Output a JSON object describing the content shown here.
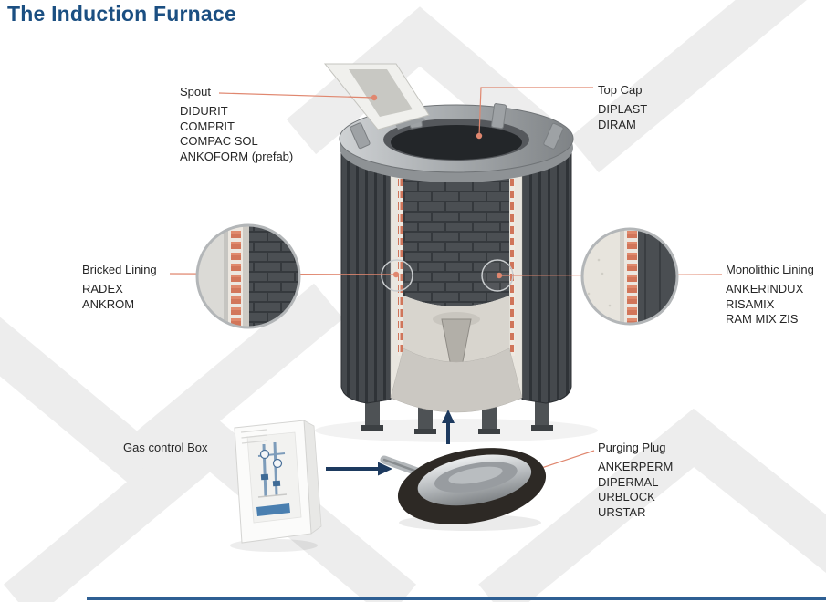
{
  "title": "The Induction Furnace",
  "callouts": {
    "spout": {
      "label": "Spout",
      "products": [
        "DIDURIT",
        "COMPRIT",
        "COMPAC SOL",
        "ANKOFORM (prefab)"
      ]
    },
    "top_cap": {
      "label": "Top Cap",
      "products": [
        "DIPLAST",
        "DIRAM"
      ]
    },
    "bricked_lining": {
      "label": "Bricked Lining",
      "products": [
        "RADEX",
        "ANKROM"
      ]
    },
    "monolithic_lining": {
      "label": "Monolithic Lining",
      "products": [
        "ANKERINDUX",
        "RISAMIX",
        "RAM MIX ZIS"
      ]
    },
    "gas_control_box": {
      "label": "Gas control Box",
      "products": []
    },
    "purging_plug": {
      "label": "Purging Plug",
      "products": [
        "ANKERPERM",
        "DIPERMAL",
        "URBLOCK",
        "URSTAR"
      ]
    }
  },
  "illustration": {
    "furnace": "induction-furnace-cutaway",
    "detail_left": "bricked-lining-cross-section",
    "detail_right": "monolithic-lining-cross-section",
    "gas_box": "gas-control-box",
    "plug": "purging-plug"
  },
  "colors": {
    "title": "#1b4f82",
    "label_text": "#262626",
    "leader_line": "#e0876f",
    "arrow": "#1d3a5f",
    "background_pattern": "#ededed",
    "coil_brick": "#d2765a",
    "footer_rule": "#2e5f93"
  }
}
